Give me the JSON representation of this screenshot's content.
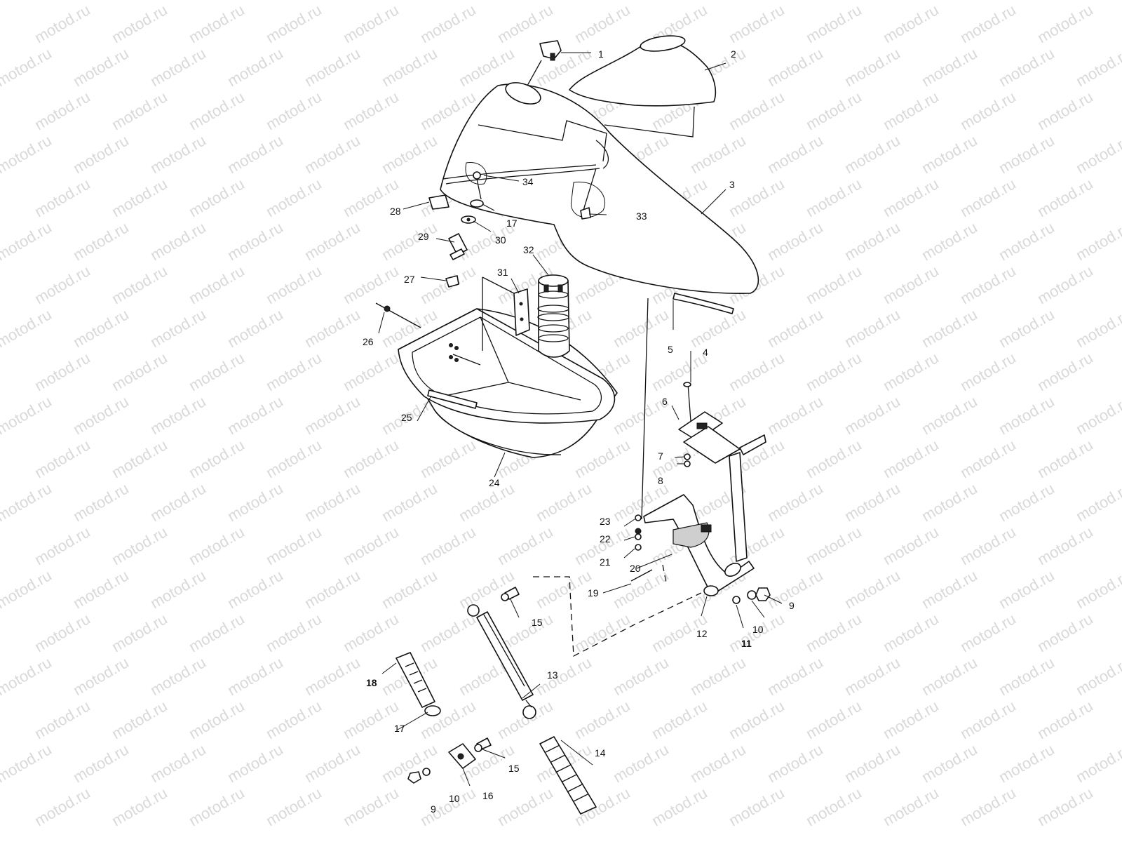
{
  "watermark": "motod.ru",
  "callouts": [
    {
      "id": "c1",
      "label": "1"
    },
    {
      "id": "c2",
      "label": "2"
    },
    {
      "id": "c3",
      "label": "3"
    },
    {
      "id": "c4",
      "label": "4"
    },
    {
      "id": "c5",
      "label": "5"
    },
    {
      "id": "c6",
      "label": "6"
    },
    {
      "id": "c7",
      "label": "7"
    },
    {
      "id": "c8",
      "label": "8"
    },
    {
      "id": "c9a",
      "label": "9"
    },
    {
      "id": "c10a",
      "label": "10"
    },
    {
      "id": "c11",
      "label": "11"
    },
    {
      "id": "c12",
      "label": "12"
    },
    {
      "id": "c13",
      "label": "13"
    },
    {
      "id": "c14",
      "label": "14"
    },
    {
      "id": "c15a",
      "label": "15"
    },
    {
      "id": "c15b",
      "label": "15"
    },
    {
      "id": "c16",
      "label": "16"
    },
    {
      "id": "c17a",
      "label": "17"
    },
    {
      "id": "c17b",
      "label": "17"
    },
    {
      "id": "c18",
      "label": "18"
    },
    {
      "id": "c19",
      "label": "19"
    },
    {
      "id": "c20",
      "label": "20"
    },
    {
      "id": "c21",
      "label": "21"
    },
    {
      "id": "c22",
      "label": "22"
    },
    {
      "id": "c23",
      "label": "23"
    },
    {
      "id": "c24",
      "label": "24"
    },
    {
      "id": "c25",
      "label": "25"
    },
    {
      "id": "c26",
      "label": "26"
    },
    {
      "id": "c27",
      "label": "27"
    },
    {
      "id": "c28",
      "label": "28"
    },
    {
      "id": "c29",
      "label": "29"
    },
    {
      "id": "c30",
      "label": "30"
    },
    {
      "id": "c31",
      "label": "31"
    },
    {
      "id": "c32",
      "label": "32"
    },
    {
      "id": "c33",
      "label": "33"
    },
    {
      "id": "c34",
      "label": "34"
    },
    {
      "id": "c9b",
      "label": "9"
    },
    {
      "id": "c10b",
      "label": "10"
    }
  ]
}
